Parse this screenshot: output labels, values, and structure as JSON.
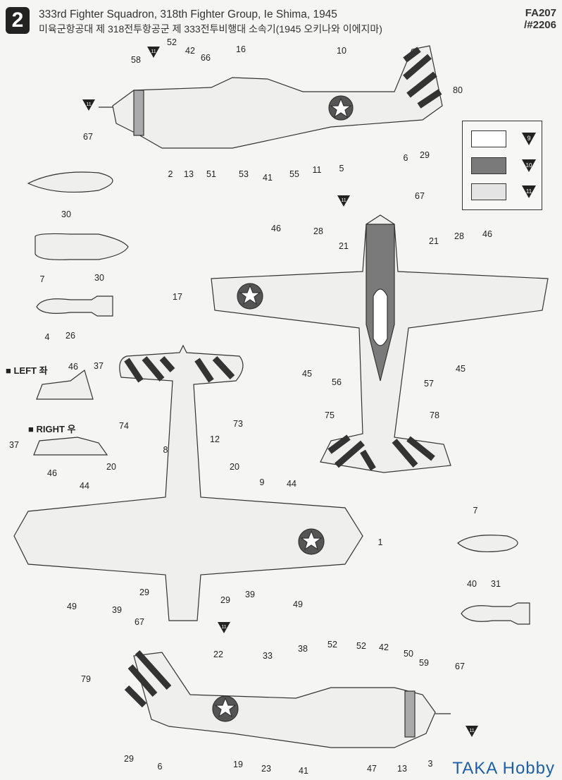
{
  "header": {
    "step_number": "2",
    "title_en": "333rd Fighter Squadron, 318th Fighter Group, Ie Shima, 1945",
    "title_ko": "미육군항공대 제 318전투항공군 제 333전투비행대 소속기(1945 오키나와 이에지마)",
    "code_1": "FA207",
    "code_2": "/#2206"
  },
  "color_legend": [
    {
      "marker": "9",
      "color": "#ffffff"
    },
    {
      "marker": "10",
      "color": "#7a7a7a"
    },
    {
      "marker": "11",
      "color": "#e4e4e4"
    }
  ],
  "side_labels": {
    "left": "■ LEFT 좌",
    "right": "■ RIGHT 우"
  },
  "callouts": {
    "profile_left": [
      "52",
      "42",
      "66",
      "16",
      "10",
      "58",
      "80",
      "67",
      "2",
      "13",
      "51",
      "53",
      "41",
      "55",
      "11",
      "5",
      "6",
      "29"
    ],
    "stores_left": [
      "30",
      "7",
      "30",
      "4",
      "26"
    ],
    "top_view": [
      "67",
      "46",
      "28",
      "21",
      "17",
      "21",
      "28",
      "46",
      "45",
      "56",
      "57",
      "45",
      "75",
      "78"
    ],
    "details": [
      "46",
      "37",
      "37",
      "46"
    ],
    "bottom_view": [
      "74",
      "73",
      "8",
      "12",
      "20",
      "20",
      "9",
      "44",
      "44",
      "1",
      "29",
      "29",
      "39",
      "39",
      "49",
      "49",
      "67"
    ],
    "stores_right": [
      "7",
      "40",
      "31"
    ],
    "profile_right": [
      "22",
      "33",
      "38",
      "52",
      "52",
      "42",
      "50",
      "59",
      "67",
      "79",
      "29",
      "6",
      "19",
      "23",
      "41",
      "47",
      "13",
      "3"
    ]
  },
  "paint_markers": [
    "11",
    "11",
    "11",
    "11",
    "11"
  ],
  "watermark": "TAKA Hobby"
}
